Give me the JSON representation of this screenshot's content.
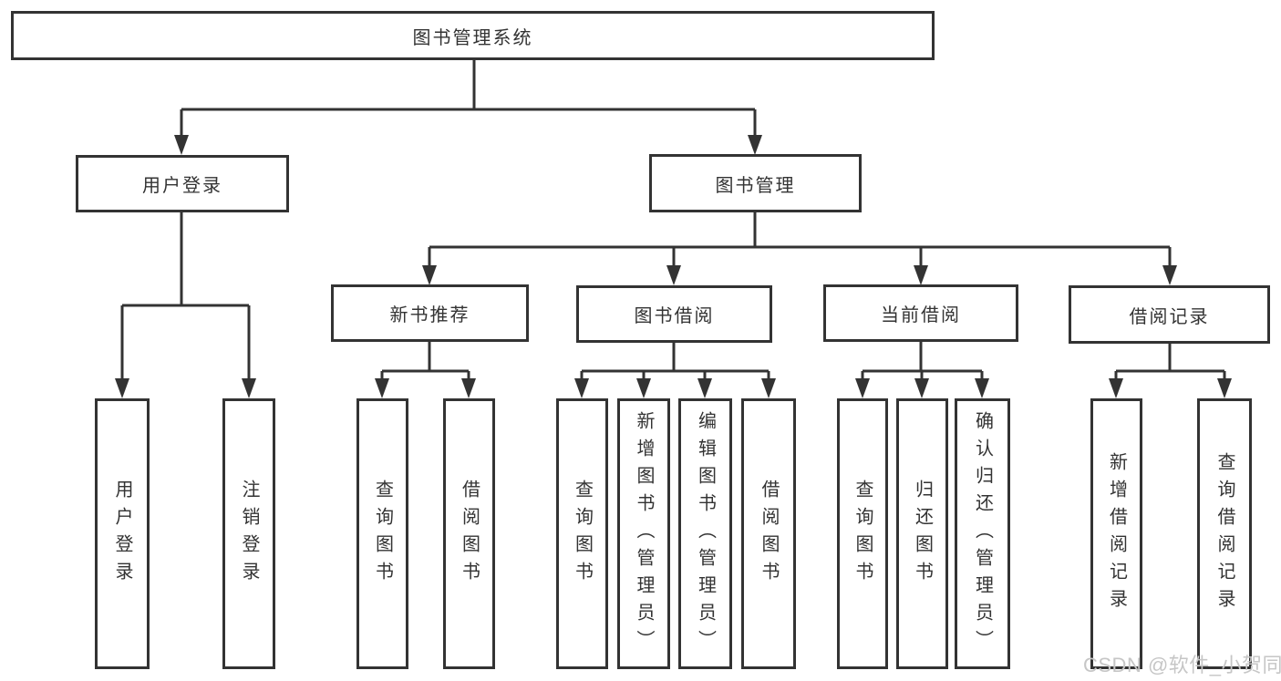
{
  "tree": {
    "label": "图书管理系统",
    "children": [
      {
        "label": "用户登录",
        "children": [
          {
            "label": "用户登录"
          },
          {
            "label": "注销登录"
          }
        ]
      },
      {
        "label": "图书管理",
        "children": [
          {
            "label": "新书推荐",
            "children": [
              {
                "label": "查询图书"
              },
              {
                "label": "借阅图书"
              }
            ]
          },
          {
            "label": "图书借阅",
            "children": [
              {
                "label": "查询图书"
              },
              {
                "label": "新增图书（管理员）"
              },
              {
                "label": "编辑图书（管理员）"
              },
              {
                "label": "借阅图书"
              }
            ]
          },
          {
            "label": "当前借阅",
            "children": [
              {
                "label": "查询图书"
              },
              {
                "label": "归还图书"
              },
              {
                "label": "确认归还（管理员）"
              }
            ]
          },
          {
            "label": "借阅记录",
            "children": [
              {
                "label": "新增借阅记录"
              },
              {
                "label": "查询借阅记录"
              }
            ]
          }
        ]
      }
    ]
  },
  "watermark": {
    "text": "CSDN @软件_小贺同学"
  },
  "colors": {
    "line": "#333333",
    "box_background": "#ffffff",
    "text": "#333333",
    "watermark": "#c6c6c6"
  }
}
